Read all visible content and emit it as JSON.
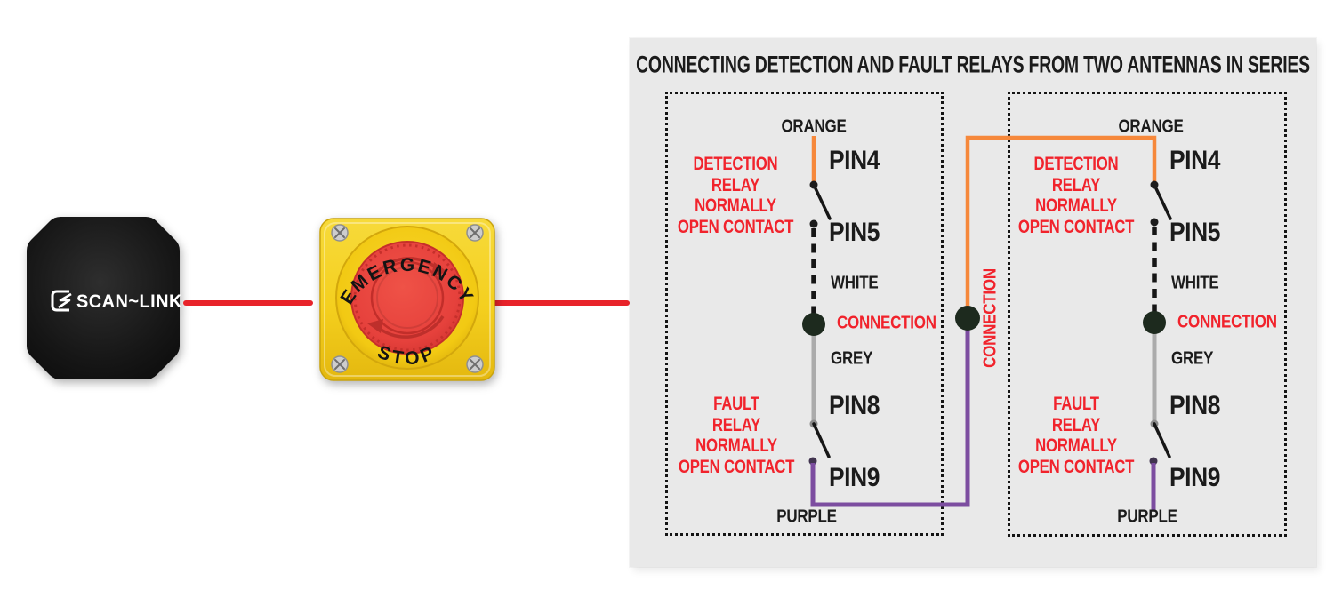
{
  "devices": {
    "antenna": {
      "brand": "SCAN~LINK"
    },
    "estop": {
      "top": "EMERGENCY",
      "bottom": "STOP"
    }
  },
  "diagram": {
    "title": "CONNECTING DETECTION AND FAULT RELAYS FROM TWO ANTENNAS IN SERIES",
    "junction": {
      "label": "CONNECTION"
    },
    "antenna1": {
      "orange": "ORANGE",
      "pin4": "PIN4",
      "pin5": "PIN5",
      "white": "WHITE",
      "connection": "CONNECTION",
      "grey": "GREY",
      "pin8": "PIN8",
      "pin9": "PIN9",
      "purple": "PURPLE",
      "detection_relay_lines": [
        "DETECTION",
        "RELAY",
        "NORMALLY",
        "OPEN CONTACT"
      ],
      "fault_relay_lines": [
        "FAULT",
        "RELAY",
        "NORMALLY",
        "OPEN CONTACT"
      ]
    },
    "antenna2": {
      "orange": "ORANGE",
      "pin4": "PIN4",
      "pin5": "PIN5",
      "white": "WHITE",
      "connection": "CONNECTION",
      "grey": "GREY",
      "pin8": "PIN8",
      "pin9": "PIN9",
      "purple": "PURPLE",
      "detection_relay_lines": [
        "DETECTION",
        "RELAY",
        "NORMALLY",
        "OPEN CONTACT"
      ],
      "fault_relay_lines": [
        "FAULT",
        "RELAY",
        "NORMALLY",
        "OPEN CONTACT"
      ]
    },
    "colors": {
      "red_text": "#F1232C",
      "orange_wire": "#F6883B",
      "purple_wire": "#7C4DA0",
      "grey_wire": "#ABABAB",
      "connector_wire": "#E8232A",
      "junction_dot": "#1D2A1E",
      "panel_bg": "#E9E9E9"
    }
  }
}
